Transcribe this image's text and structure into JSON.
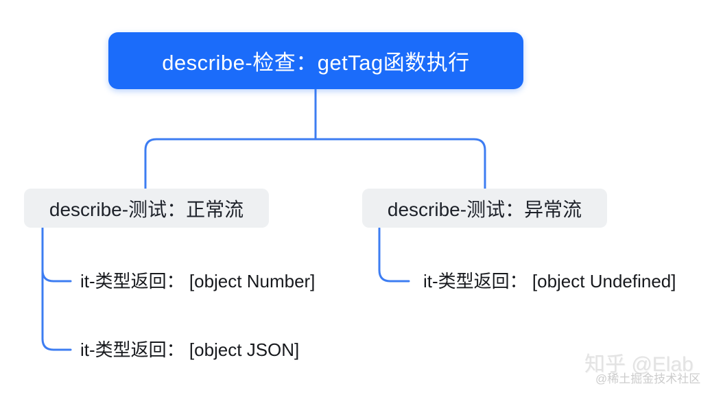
{
  "diagram": {
    "root": {
      "label": "describe-检查：getTag函数执行"
    },
    "branches": [
      {
        "label": "describe-测试：正常流",
        "leaves": [
          {
            "label": "it-类型返回： [object Number]"
          },
          {
            "label": "it-类型返回： [object JSON]"
          }
        ]
      },
      {
        "label": "describe-测试：异常流",
        "leaves": [
          {
            "label": "it-类型返回： [object Undefined]"
          }
        ]
      }
    ]
  },
  "colors": {
    "root_bg": "#1b6cfa",
    "root_text": "#ffffff",
    "branch_bg": "#eef0f2",
    "branch_text": "#1d2129",
    "leaf_text": "#17191d",
    "connector": "#3d7df2"
  },
  "watermarks": {
    "zhihu": "知乎 @Elab",
    "juejin": "@稀土掘金技术社区"
  }
}
